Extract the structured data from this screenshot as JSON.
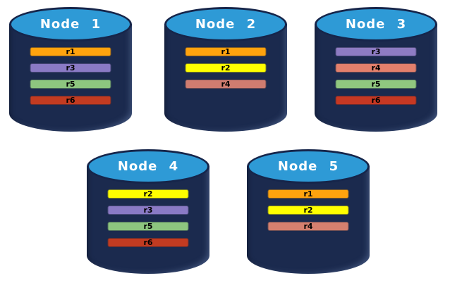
{
  "theme": {
    "canvas_bg": "#ffffff",
    "cylinder_body": "#1b2a4e",
    "cylinder_outline": "#16254a",
    "cylinder_top": "#2e9ad6",
    "node_label": "#ffffff",
    "bar_text": "#000000"
  },
  "legend_colors": {
    "r1": "#ffa30e",
    "r2": "#ffff00",
    "r3": "#8a7ac5",
    "r4": "#d9806f",
    "r5": "#8dc67f",
    "r6": "#c23b21"
  },
  "nodes": [
    {
      "label": "Node 1",
      "bars": [
        {
          "label": "r1",
          "color": "#ffa30e"
        },
        {
          "label": "r3",
          "color": "#8a7ac5"
        },
        {
          "label": "r5",
          "color": "#8dc67f"
        },
        {
          "label": "r6",
          "color": "#c23b21"
        }
      ]
    },
    {
      "label": "Node 2",
      "bars": [
        {
          "label": "r1",
          "color": "#ffa30e"
        },
        {
          "label": "r2",
          "color": "#ffff00"
        },
        {
          "label": "r4",
          "color": "#cf7c70"
        }
      ]
    },
    {
      "label": "Node 3",
      "bars": [
        {
          "label": "r3",
          "color": "#8e7cc3"
        },
        {
          "label": "r4",
          "color": "#e3806c"
        },
        {
          "label": "r5",
          "color": "#90c77f"
        },
        {
          "label": "r6",
          "color": "#c63823"
        }
      ]
    },
    {
      "label": "Node 4",
      "bars": [
        {
          "label": "r2",
          "color": "#ffff00"
        },
        {
          "label": "r3",
          "color": "#8a7ac5"
        },
        {
          "label": "r5",
          "color": "#8dc67f"
        },
        {
          "label": "r6",
          "color": "#c23b21"
        }
      ]
    },
    {
      "label": "Node 5",
      "bars": [
        {
          "label": "r1",
          "color": "#ffa30e"
        },
        {
          "label": "r2",
          "color": "#ffff00"
        },
        {
          "label": "r4",
          "color": "#d5806f"
        }
      ]
    }
  ]
}
